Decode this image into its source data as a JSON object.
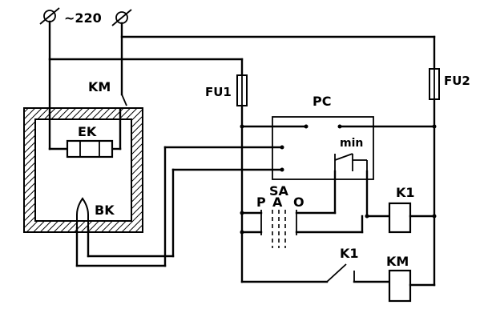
{
  "labels": {
    "supply": "~220",
    "km_top": "KM",
    "fu1": "FU1",
    "fu2": "FU2",
    "pc": "PC",
    "ek": "EK",
    "bk": "BK",
    "min": "min",
    "sa": "SA",
    "p": "P",
    "a": "A",
    "o": "O",
    "k1_coil": "K1",
    "k1_contact": "K1",
    "km_coil": "KM"
  }
}
